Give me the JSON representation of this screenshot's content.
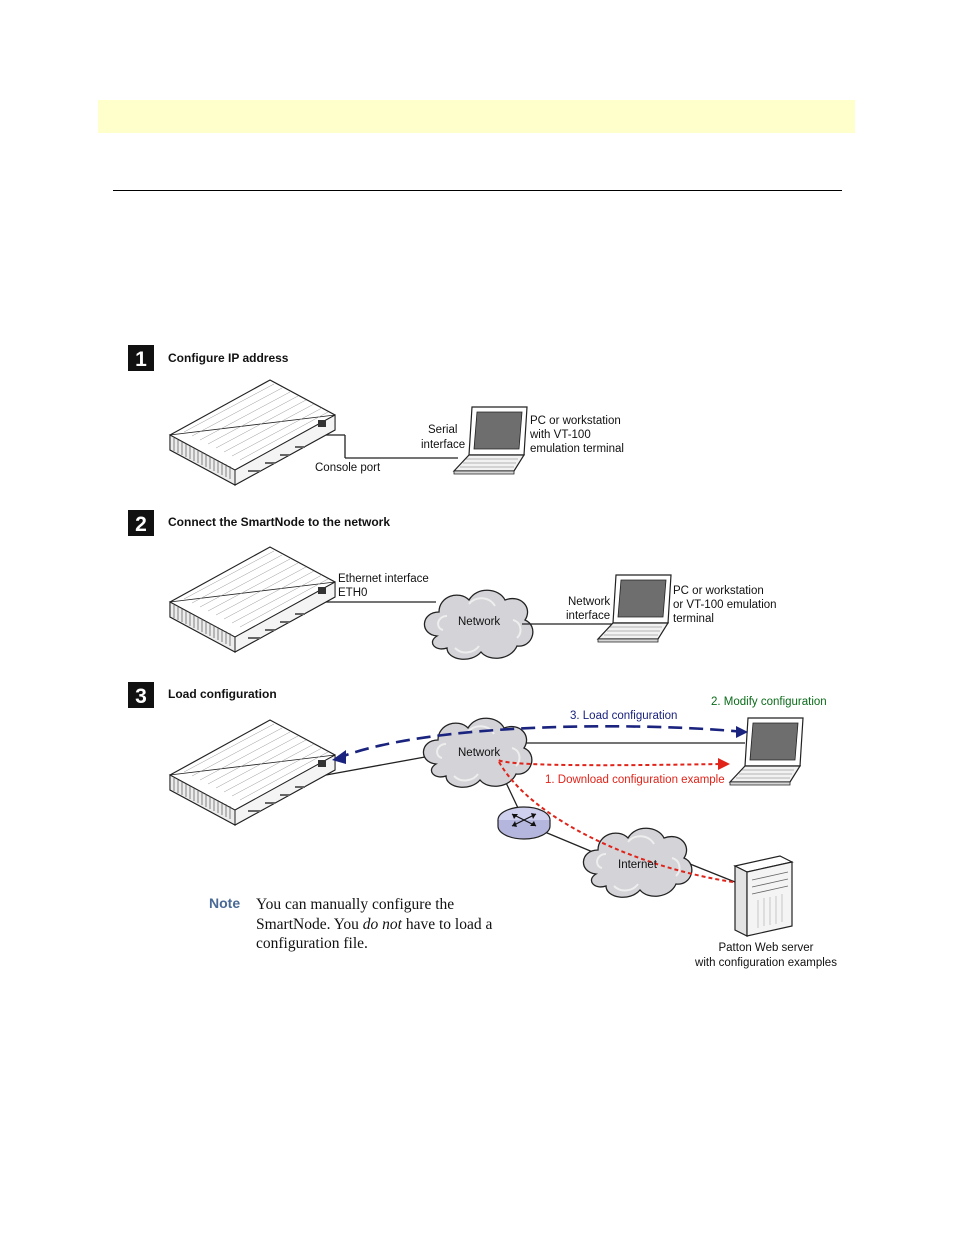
{
  "steps": [
    {
      "number": "1",
      "title": "Configure IP address"
    },
    {
      "number": "2",
      "title": "Connect the SmartNode to the network"
    },
    {
      "number": "3",
      "title": "Load configuration"
    }
  ],
  "step1": {
    "serial_label": [
      "Serial",
      "interface"
    ],
    "console_label": "Console port",
    "pc_label": [
      "PC or workstation",
      "with VT-100",
      "emulation terminal"
    ]
  },
  "step2": {
    "ethernet_label": [
      "Ethernet interface",
      "ETH0"
    ],
    "network_label": "Network",
    "nic_label": [
      "Network",
      "interface"
    ],
    "pc_label": [
      "PC or workstation",
      "or VT-100 emulation",
      "terminal"
    ]
  },
  "step3": {
    "network_label": "Network",
    "internet_label": "Internet",
    "load_label": "3. Load configuration",
    "modify_label": "2. Modify configuration",
    "download_label": "1. Download configuration example",
    "server_label": [
      "Patton Web server",
      "with configuration examples"
    ]
  },
  "colors": {
    "load_arrow": "#1a237e",
    "modify_text": "#0b6b1a",
    "download_arrow": "#e0241a",
    "note_blue": "#4a6a96",
    "band": "#ffffcc"
  },
  "note": {
    "label": "Note",
    "text_before": "You can manually configure the SmartNode. You ",
    "text_emphasis": "do not",
    "text_after": " have to load a configuration file."
  }
}
